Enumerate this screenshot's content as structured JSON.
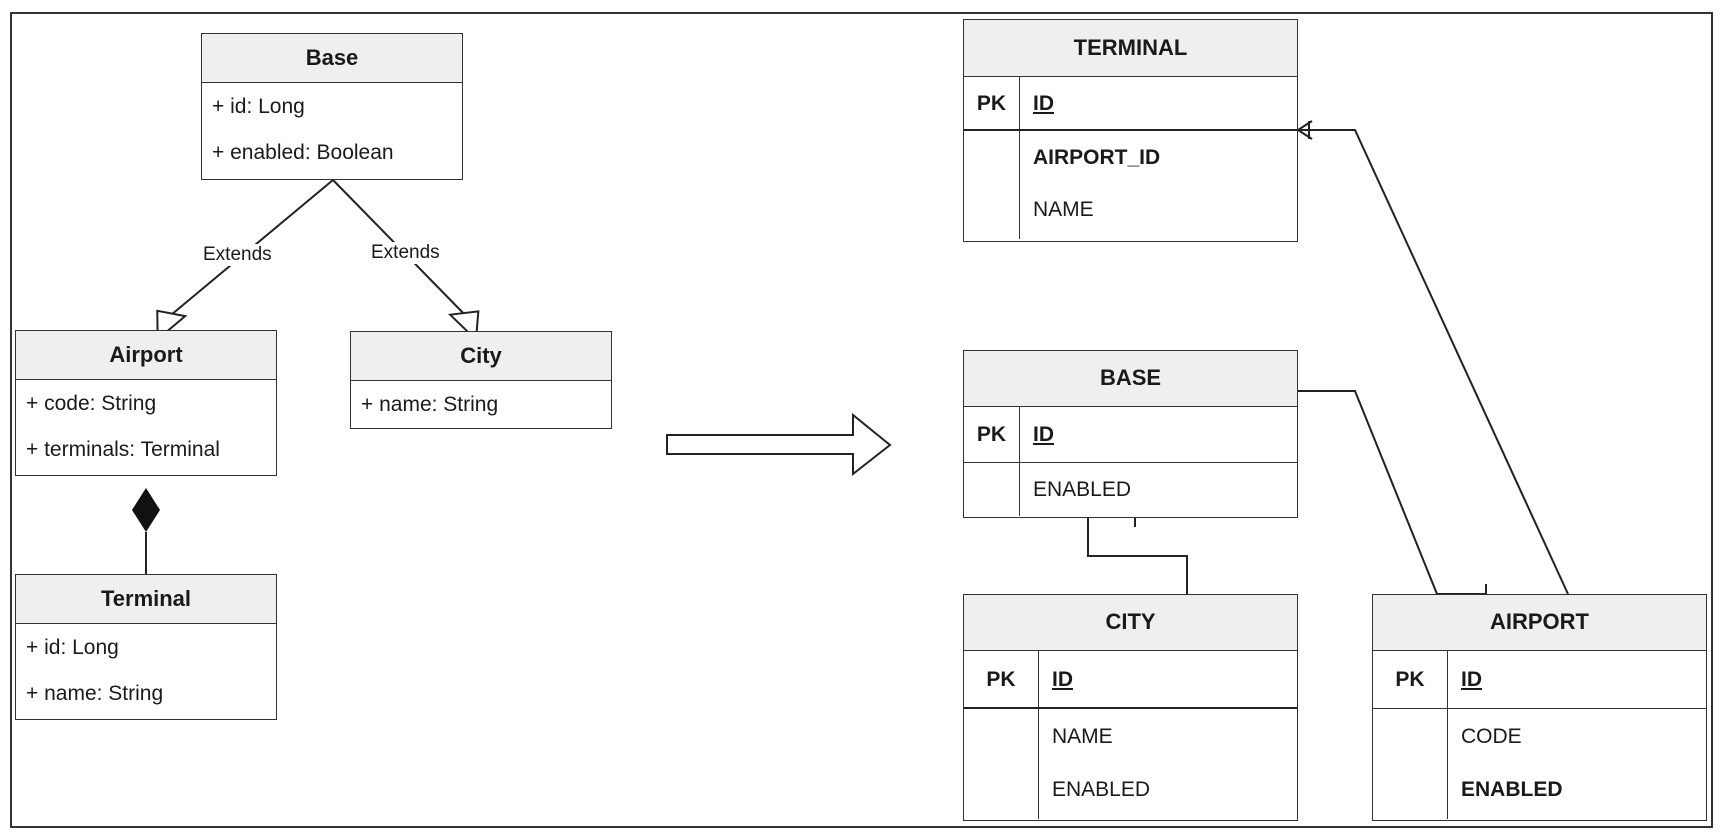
{
  "uml": {
    "base": {
      "title": "Base",
      "attrs": [
        "+ id: Long",
        "+ enabled: Boolean"
      ]
    },
    "airport": {
      "title": "Airport",
      "attrs": [
        "+ code: String",
        "+ terminals: Terminal"
      ]
    },
    "city": {
      "title": "City",
      "attrs": [
        "+ name: String"
      ]
    },
    "terminal": {
      "title": "Terminal",
      "attrs": [
        "+ id: Long",
        "+ name: String"
      ]
    },
    "extends_left": "Extends",
    "extends_right": "Extends"
  },
  "er": {
    "terminal": {
      "title": "TERMINAL",
      "pk_label": "PK",
      "pk": "ID",
      "cols": [
        "AIRPORT_ID",
        "NAME"
      ]
    },
    "base": {
      "title": "BASE",
      "pk_label": "PK",
      "pk": "ID",
      "cols": [
        "ENABLED"
      ]
    },
    "city": {
      "title": "CITY",
      "pk_label": "PK",
      "pk": "ID",
      "cols": [
        "NAME",
        "ENABLED"
      ]
    },
    "airport": {
      "title": "AIRPORT",
      "pk_label": "PK",
      "pk": "ID",
      "cols": [
        "CODE",
        "ENABLED"
      ]
    }
  }
}
